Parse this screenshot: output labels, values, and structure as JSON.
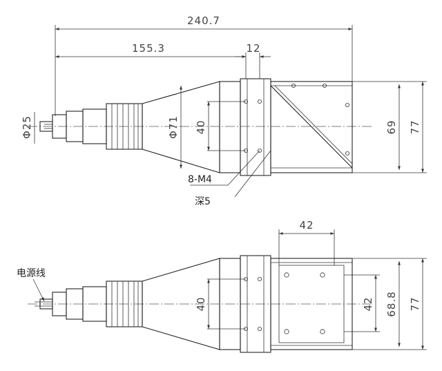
{
  "dimensions": {
    "overall_length": "240.7",
    "body_length": "155.3",
    "flange_width": "12",
    "cable_diameter": "Φ25",
    "cone_diameter": "Φ71",
    "hole_spacing_vertical_top": "40",
    "side_height_inner": "69",
    "side_height_outer": "77",
    "top_width": "42",
    "hole_spacing_vertical_bottom": "40",
    "bottom_inner_vertical": "42",
    "bottom_height_inner": "68.8",
    "bottom_height_outer": "77"
  },
  "labels": {
    "thread_spec": "8-M4",
    "thread_depth": "深5",
    "power_cable": "电源线"
  }
}
